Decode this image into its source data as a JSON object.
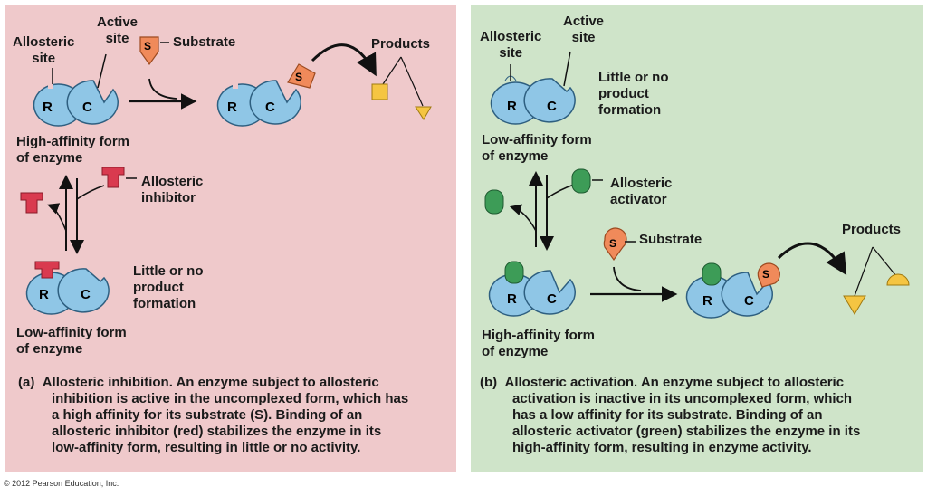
{
  "panel_a": {
    "allosteric_site_label": "Allosteric\nsite",
    "active_site_label": "Active\nsite",
    "substrate_label": "Substrate",
    "products_label": "Products",
    "high_affinity_label": "High-affinity form\nof enzyme",
    "inhibitor_label": "Allosteric\ninhibitor",
    "little_product_label": "Little or no\nproduct\nformation",
    "low_affinity_label": "Low-affinity form\nof enzyme",
    "caption_tag": "(a)",
    "caption_title": "Allosteric inhibition.",
    "caption_line1": " An enzyme subject to allosteric",
    "caption_rest": "inhibition is active in the uncomplexed form, which has\na high affinity for its substrate (S). Binding of an\nallosteric inhibitor (red) stabilizes the enzyme in its\nlow-affinity form, resulting in little or no activity."
  },
  "panel_b": {
    "allosteric_site_label": "Allosteric\nsite",
    "active_site_label": "Active\nsite",
    "little_product_label": "Little or no\nproduct\nformation",
    "low_affinity_label": "Low-affinity form\nof enzyme",
    "activator_label": "Allosteric\nactivator",
    "substrate_label": "Substrate",
    "products_label": "Products",
    "high_affinity_label": "High-affinity form\nof enzyme",
    "caption_tag": "(b)",
    "caption_title": "Allosteric activation.",
    "caption_line1": " An enzyme subject to allosteric",
    "caption_rest": "activation is inactive in its uncomplexed form, which\nhas a low affinity for its substrate. Binding of an\nallosteric activator (green) stabilizes the enzyme in its\nhigh-affinity form, resulting in enzyme activity."
  },
  "enzyme": {
    "regulatory_letter": "R",
    "catalytic_letter": "C",
    "substrate_letter": "S"
  },
  "colors": {
    "panel_a_bg": "#efc9cb",
    "panel_b_bg": "#cfe4c9",
    "enzyme": "#8fc6e6",
    "enzyme_stroke": "#2e5f80",
    "inhibitor": "#d93a4f",
    "activator": "#3d9c57",
    "substrate": "#f08a5a",
    "product": "#f5c542"
  },
  "copyright": "© 2012 Pearson Education, Inc."
}
